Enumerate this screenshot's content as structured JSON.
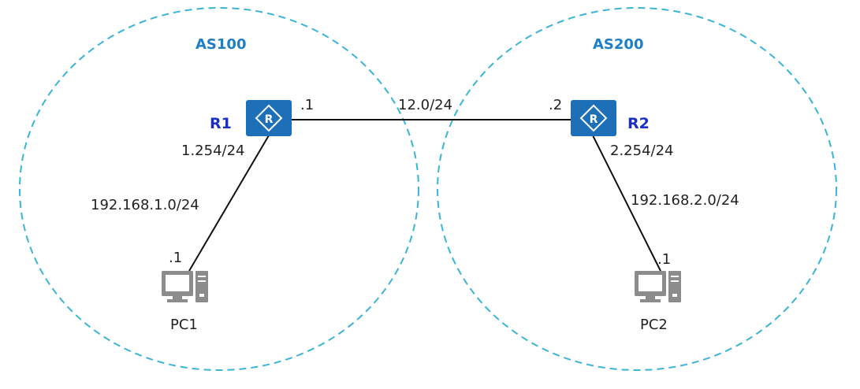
{
  "colors": {
    "as_circle": "#3bb4d6",
    "as_label": "#1f7fc4",
    "router_fill": "#1d6fb8",
    "router_name": "#1b2fc4",
    "link": "#111111",
    "pc_fill": "#8c8c8c"
  },
  "as_zones": [
    {
      "label": "AS100"
    },
    {
      "label": "AS200"
    }
  ],
  "routers": [
    {
      "name": "R1",
      "icon": "router-icon"
    },
    {
      "name": "R2",
      "icon": "router-icon"
    }
  ],
  "pcs": [
    {
      "name": "PC1",
      "icon": "pc-icon"
    },
    {
      "name": "PC2",
      "icon": "pc-icon"
    }
  ],
  "links": {
    "r1_r2": {
      "network": "12.0/24",
      "r1_side": ".1",
      "r2_side": ".2"
    },
    "r1_pc1": {
      "network": "192.168.1.0/24",
      "router_side": "1.254/24",
      "pc_side": ".1"
    },
    "r2_pc2": {
      "network": "192.168.2.0/24",
      "router_side": "2.254/24",
      "pc_side": ".1"
    }
  }
}
